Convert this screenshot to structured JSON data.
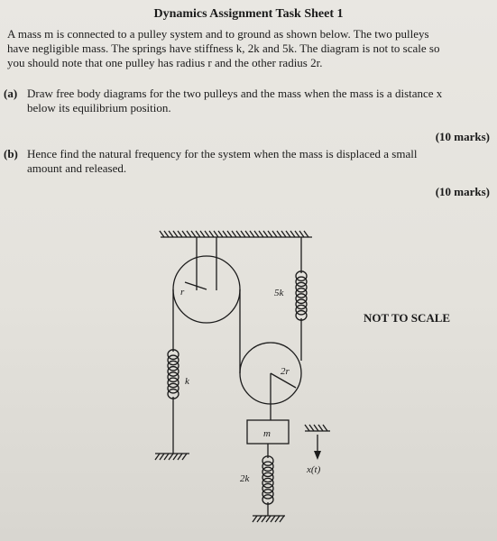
{
  "title": "Dynamics Assignment Task Sheet 1",
  "intro": [
    "A mass m is connected to a pulley system and to ground as shown below. The two pulleys",
    "have negligible mass. The springs have stiffness k, 2k and 5k. The diagram is not to scale so",
    "you should note that one pulley has radius r and the other radius 2r."
  ],
  "part_a": {
    "label": "(a)",
    "text": [
      "Draw free body diagrams for the two pulleys and the mass when the mass is a distance x",
      "below its equilibrium position."
    ],
    "marks": "(10 marks)"
  },
  "part_b": {
    "label": "(b)",
    "text": [
      "Hence find the natural frequency for the system when the mass is displaced a small",
      "amount and released."
    ],
    "marks": "(10 marks)"
  },
  "diagram": {
    "not_to_scale": "NOT TO SCALE",
    "labels": {
      "r": "r",
      "r2": "2r",
      "k": "k",
      "k5": "5k",
      "k2": "2k",
      "m": "m",
      "x": "x(t)"
    }
  }
}
